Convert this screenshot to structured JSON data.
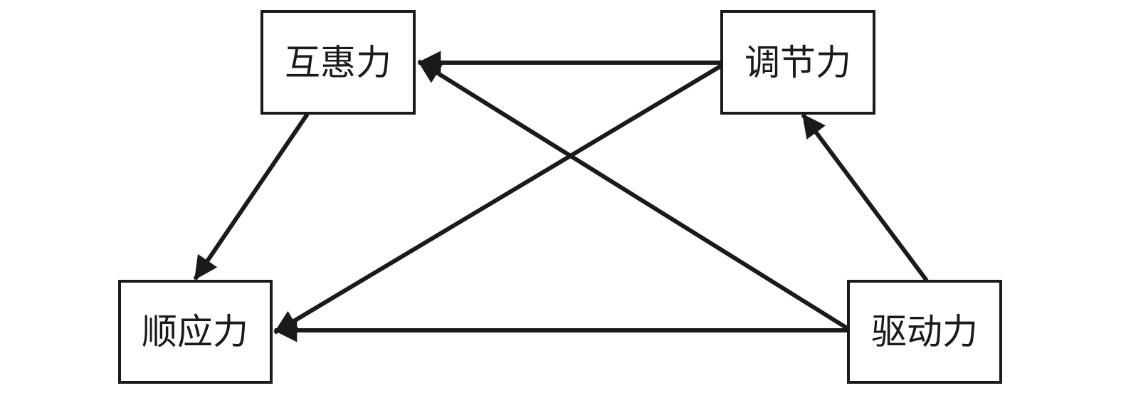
{
  "diagram": {
    "nodes": {
      "mutual_benefit": {
        "label": "互惠力"
      },
      "regulation": {
        "label": "调节力"
      },
      "adaptation": {
        "label": "顺应力"
      },
      "driving": {
        "label": "驱动力"
      }
    },
    "edges": [
      {
        "from": "regulation",
        "to": "mutual_benefit"
      },
      {
        "from": "regulation",
        "to": "adaptation"
      },
      {
        "from": "mutual_benefit",
        "to": "adaptation"
      },
      {
        "from": "driving",
        "to": "adaptation"
      },
      {
        "from": "driving",
        "to": "mutual_benefit"
      },
      {
        "from": "driving",
        "to": "regulation"
      }
    ],
    "colors": {
      "stroke": "#1a1a1a",
      "background": "#ffffff"
    }
  }
}
